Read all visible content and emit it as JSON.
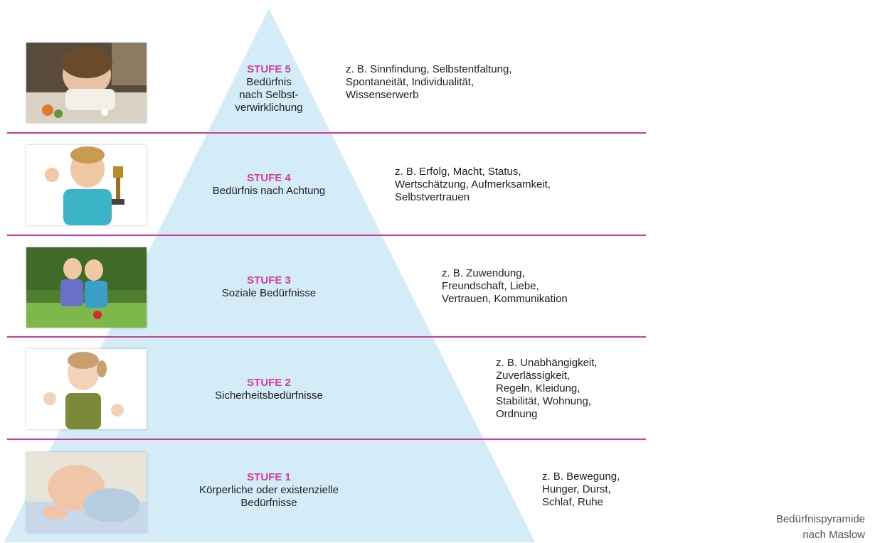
{
  "colors": {
    "pyramid_fill": "#d3ecf8",
    "divider": "#d03aa0",
    "stage_label": "#d23c9c"
  },
  "levels": [
    {
      "stage": "STUFE 5",
      "need_lines": [
        "Bedürfnis",
        "nach Selbst-",
        "verwirklichung"
      ],
      "examples": [
        "z. B. Sinnfindung, Selbstentfaltung,",
        "Spontaneität, Individualität,",
        "Wissenserwerb"
      ],
      "photo": "child-cutting-vegetables"
    },
    {
      "stage": "STUFE 4",
      "need_lines": [
        "Bedürfnis nach Achtung"
      ],
      "examples": [
        "z. B. Erfolg, Macht, Status,",
        "Wertschätzung, Aufmerksamkeit,",
        "Selbstvertrauen"
      ],
      "photo": "boy-holding-trophy"
    },
    {
      "stage": "STUFE 3",
      "need_lines": [
        "Soziale Bedürfnisse"
      ],
      "examples": [
        "z. B. Zuwendung,",
        "Freundschaft, Liebe,",
        "Vertrauen, Kommunikation"
      ],
      "photo": "two-children-on-grass"
    },
    {
      "stage": "STUFE 2",
      "need_lines": [
        "Sicherheitsbedürfnisse"
      ],
      "examples": [
        "z. B. Unabhängigkeit,",
        "Zuverlässigkeit,",
        "Regeln, Kleidung,",
        "Stabilität, Wohnung,",
        "Ordnung"
      ],
      "photo": "toddler-girl-laughing"
    },
    {
      "stage": "STUFE 1",
      "need_lines": [
        "Körperliche oder existenzielle",
        "Bedürfnisse"
      ],
      "examples": [
        "z. B. Bewegung,",
        "Hunger, Durst,",
        "Schlaf, Ruhe"
      ],
      "photo": "sleeping-baby"
    }
  ],
  "caption": [
    "Bedürfnispyramide",
    "nach Maslow"
  ]
}
